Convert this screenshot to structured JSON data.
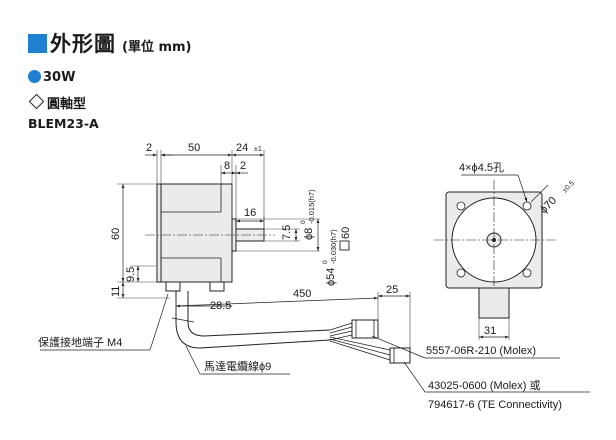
{
  "header": {
    "title": "外形圖",
    "unit": "(單位 mm)"
  },
  "power": "30W",
  "shaft_type": "圓軸型",
  "model": "BLEM23-A",
  "colors": {
    "accent": "#1f7fd1",
    "body_fill": "#ebebeb",
    "line": "#222222",
    "dim": "#444444"
  },
  "dims": {
    "d2": "2",
    "d50": "50",
    "d24": "24",
    "d24_tol": "±1",
    "d8": "8",
    "d2b": "2",
    "d16": "16",
    "d7_5": "7.5",
    "phi8": "ϕ8",
    "phi8_tol": "-0.015(h7)",
    "phi8_upper": "0",
    "phi54": "ϕ54",
    "phi54_tol": "-0.030(h7)",
    "phi54_upper": "0",
    "sq60": "60",
    "d60": "60",
    "d9_5": "9.5",
    "d11": "11",
    "d28_5": "28.5",
    "d450": "450",
    "d25": "25",
    "holes": "4×ϕ4.5孔",
    "phi70": "ϕ70",
    "phi70_tol": "±0.5",
    "d31": "31"
  },
  "labels": {
    "ground": "保護接地端子 M4",
    "cable": "馬達電纜線ϕ9",
    "connector1": "5557-06R-210 (Molex)",
    "connector2a": "43025-0600 (Molex) 或",
    "connector2b": "794617-6 (TE Connectivity)"
  }
}
